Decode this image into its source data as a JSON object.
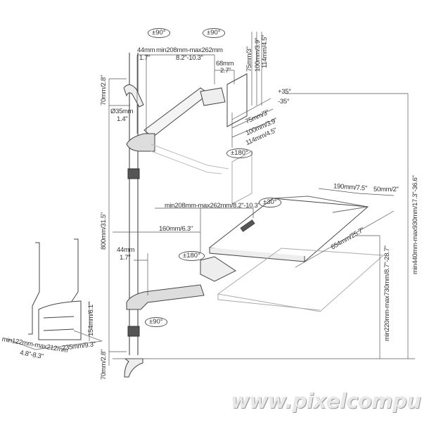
{
  "top_arm": {
    "rotation_left": "±90°",
    "rotation_right": "±90°",
    "offset_mm": "44mm",
    "offset_in": "1.7\"",
    "reach_mm": "min208mm-max262mm",
    "reach_in": "8.2\"-10.3\"",
    "head_mm": "68mm",
    "head_in": "2.7\"",
    "vesa_vertical": [
      "75mm/3\"",
      "100mm/3.9\"",
      "114mm/4.5\""
    ],
    "vesa_horizontal": [
      "75mm/3\"",
      "100mm/3.9\"",
      "114mm/4.5\""
    ],
    "swivel": "±180°",
    "tilt_up": "+35°",
    "tilt_down": "-35°"
  },
  "pole": {
    "top_clamp": "70mm/2.8\"",
    "diameter_mm": "Ø35mm",
    "diameter_in": "1.4\"",
    "height": "800mm/31.5\"",
    "bottom_clamp": "70mm/2.8\""
  },
  "keyboard_arm": {
    "reach": "min208mm-max262mm/8.2\"-10.3\"",
    "tilt": "±30°",
    "offset": "160mm/6.3\"",
    "offset2_mm": "44mm",
    "offset2_in": "1.7\"",
    "swivel": "±180°",
    "rotation": "±90°",
    "tray_depth": "190mm/7.5\"",
    "mouse_width": "50mm/2\"",
    "tray_width": "654mm/25.7\"",
    "height_range": "min440mm-max930mm/17.3\"-36.6\"",
    "lower_range": "min220mm-max730mm/8.7\"-28.7\""
  },
  "cpu_holder": {
    "height": "154mm/6.1\"",
    "depth": "235mm/9.3\"",
    "width_mm": "min122mm-max212mm",
    "width_in": "4.8\"-8.3\""
  },
  "watermark": "www.pixelcomputer.hu"
}
